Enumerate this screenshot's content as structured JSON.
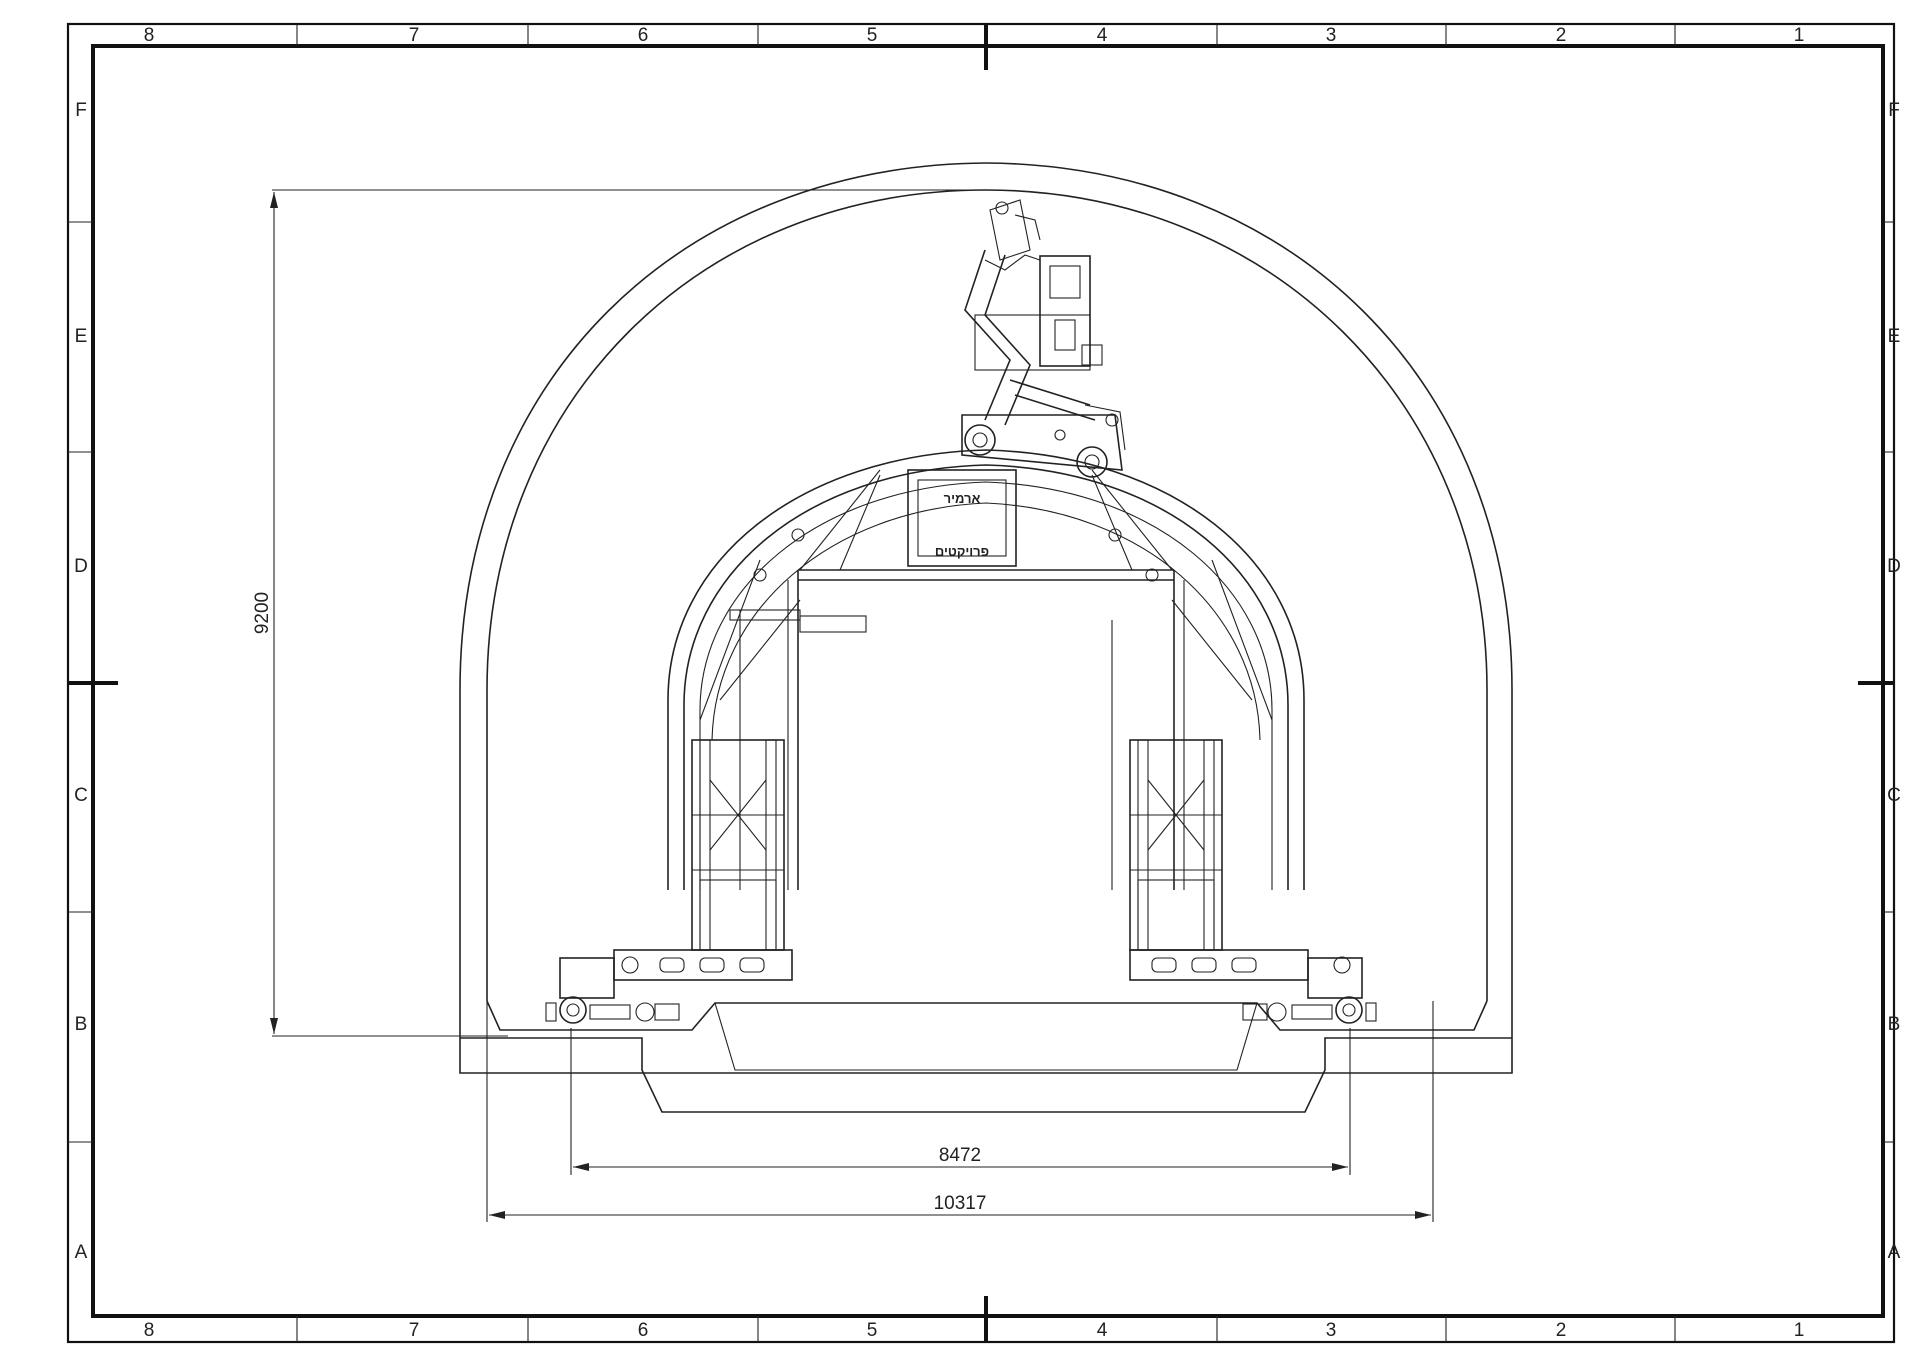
{
  "sheet": {
    "column_labels": [
      "8",
      "7",
      "6",
      "5",
      "4",
      "3",
      "2",
      "1"
    ],
    "row_labels": [
      "F",
      "E",
      "D",
      "C",
      "B",
      "A"
    ]
  },
  "dimensions": {
    "height": "9200",
    "inner_width": "8472",
    "outer_width": "10317"
  },
  "panel": {
    "line1": "ארמיר",
    "line2": "פרויקטים"
  },
  "colors": {
    "line": "#222222",
    "background": "#ffffff"
  }
}
